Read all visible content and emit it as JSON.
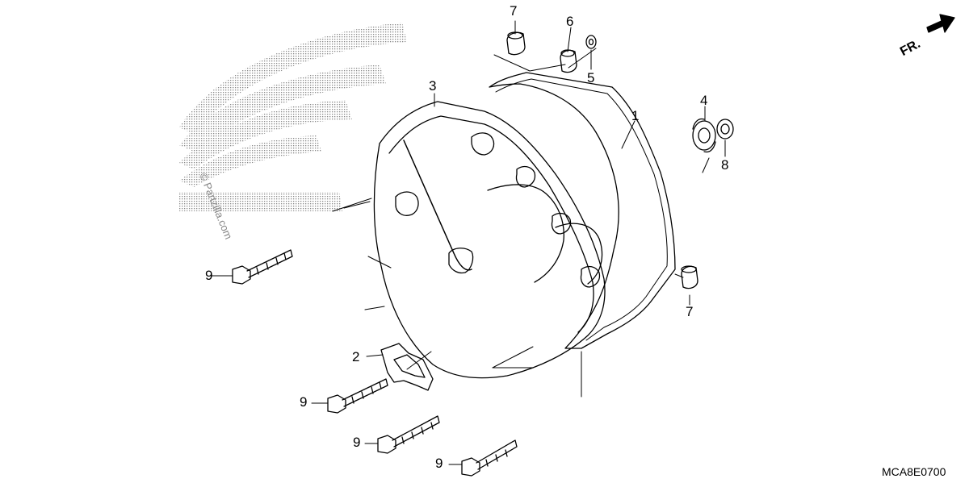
{
  "callouts": [
    "1",
    "2",
    "3",
    "4",
    "5",
    "6",
    "7",
    "7",
    "8",
    "9",
    "9",
    "9",
    "9"
  ],
  "diagram_code": "MCA8E0700",
  "direction_label": "FR.",
  "watermark": "© Partzilla.com"
}
